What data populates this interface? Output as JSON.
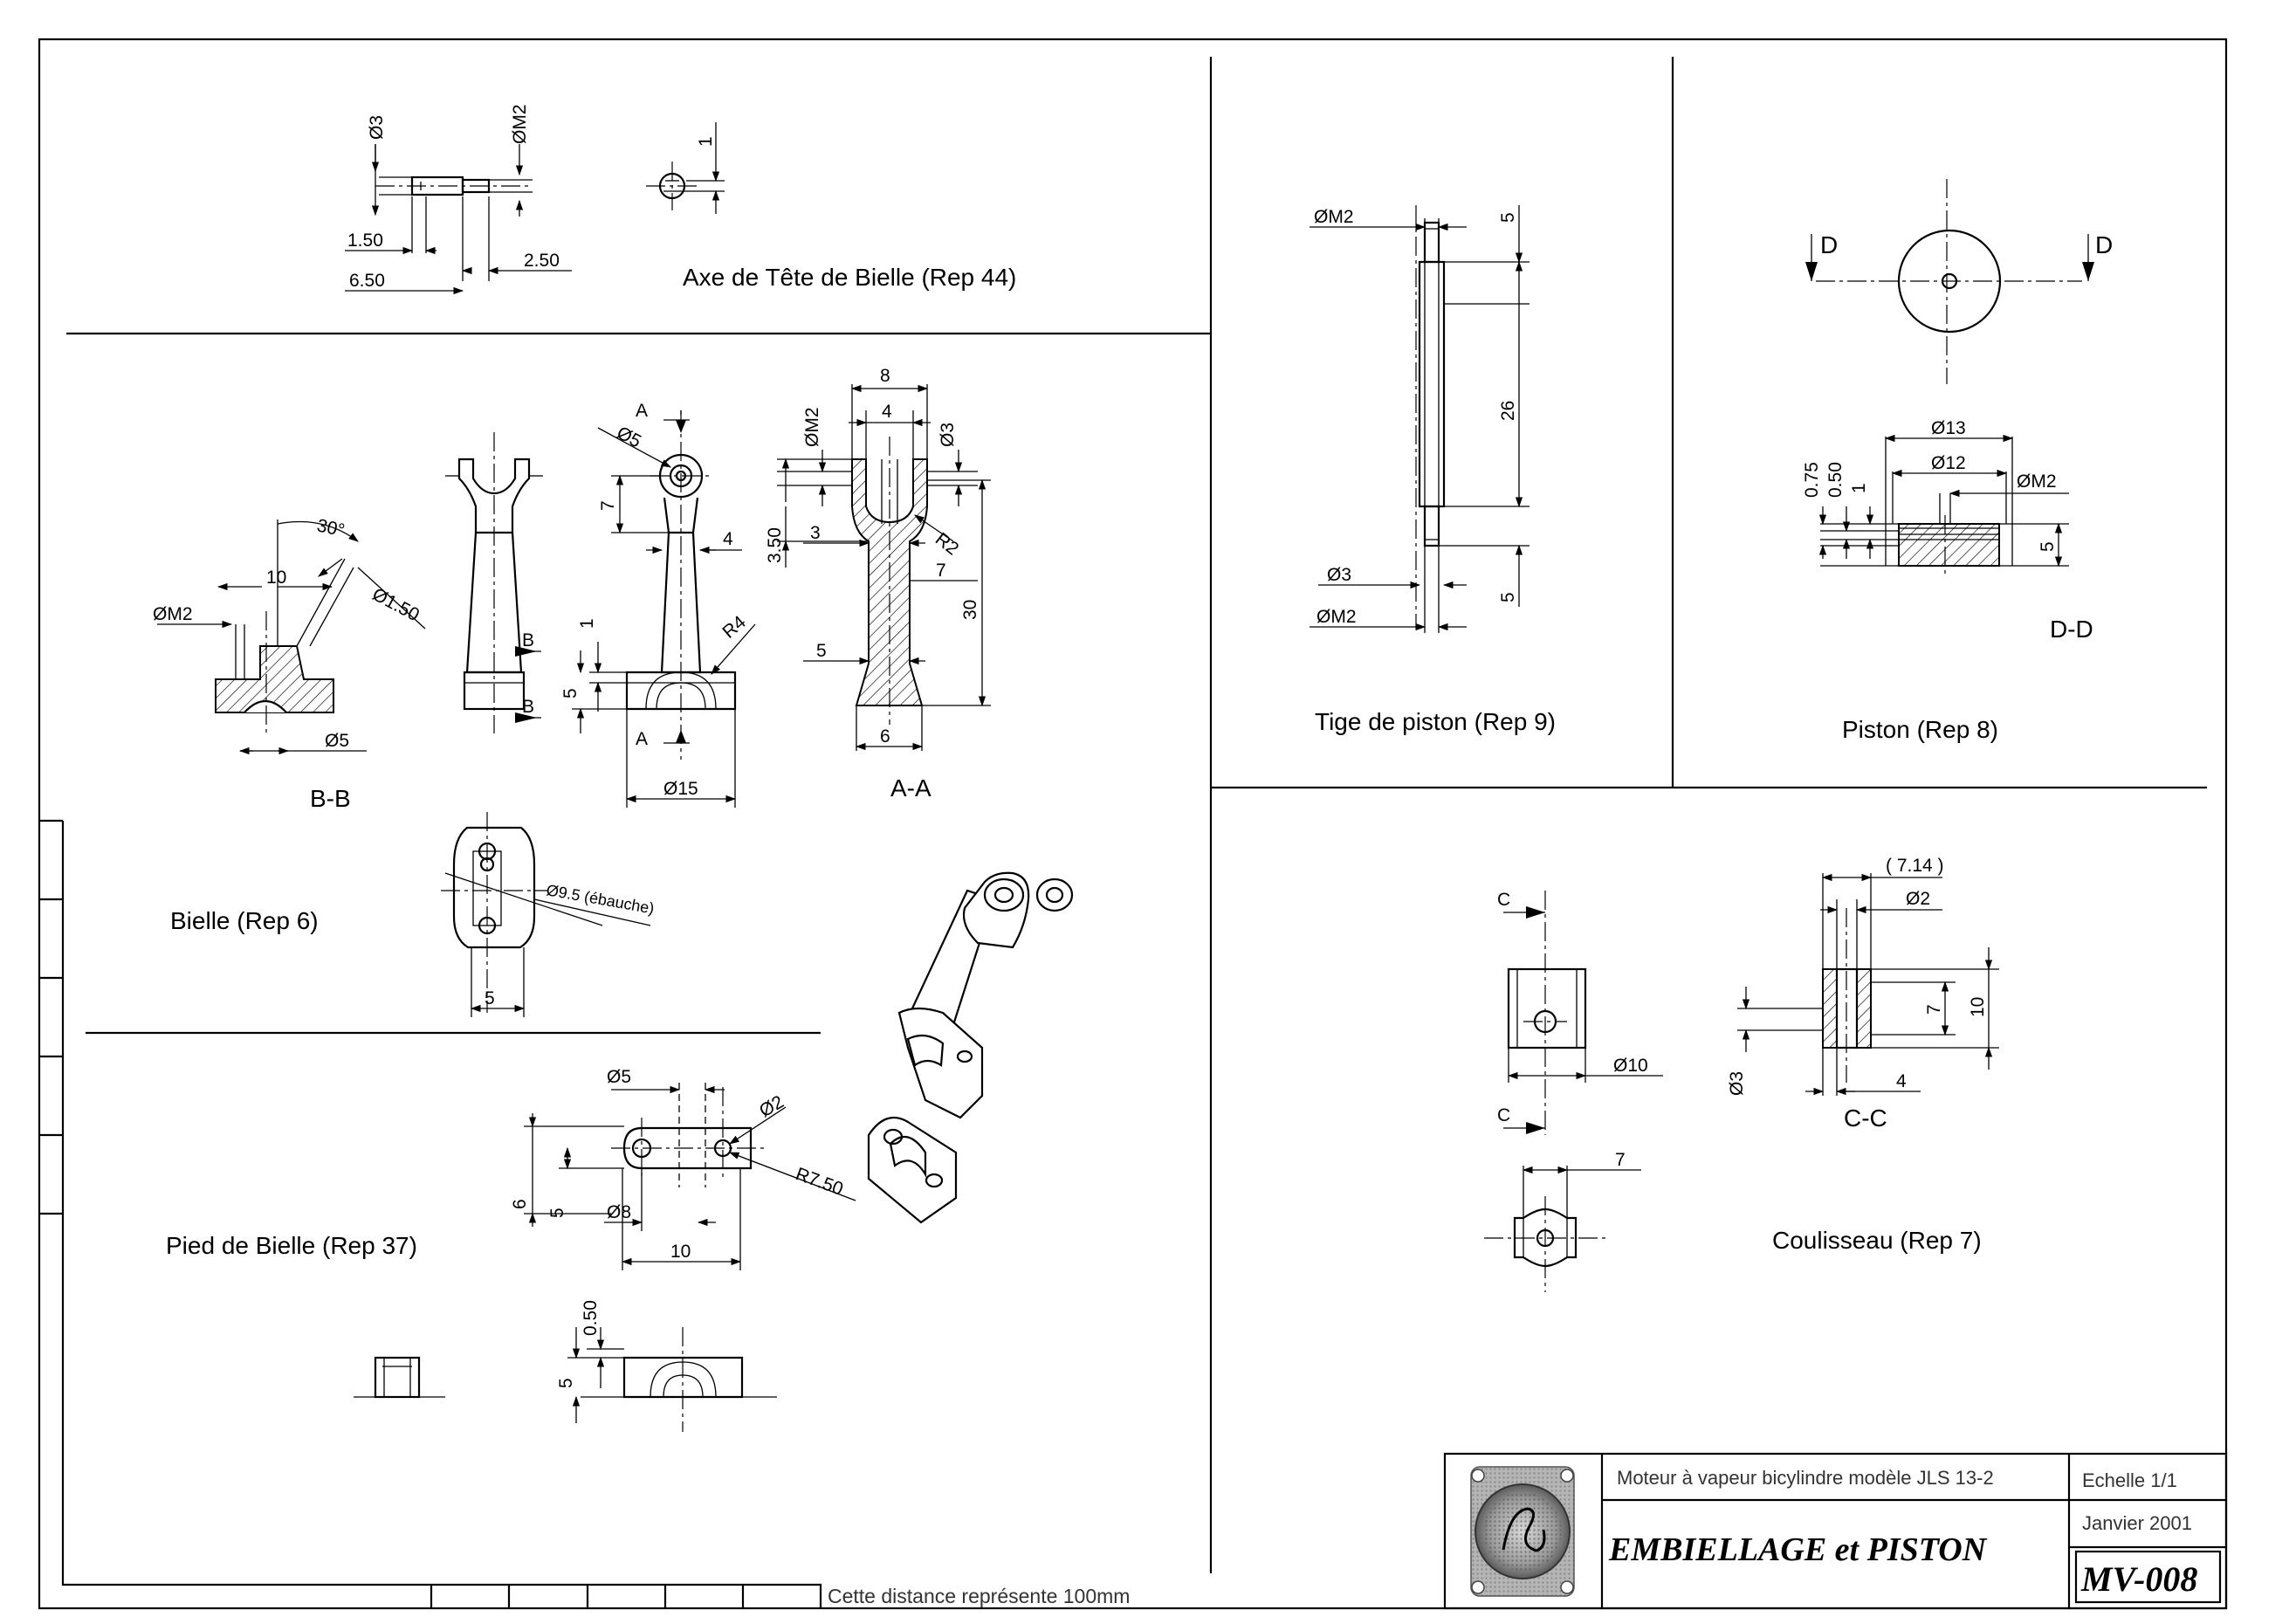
{
  "views": {
    "axe_title": "Axe de Tête de Bielle (Rep 44)",
    "bielle_title": "Bielle (Rep 6)",
    "pied_title": "Pied de Bielle (Rep 37)",
    "tige_title": "Tige de piston (Rep 9)",
    "piston_title": "Piston (Rep 8)",
    "coulisseau_title": "Coulisseau (Rep 7)",
    "section_bb": "B-B",
    "section_aa": "A-A",
    "section_dd": "D-D",
    "section_cc": "C-C"
  },
  "cut_markers": {
    "a": "A",
    "b": "B",
    "c": "C",
    "d": "D"
  },
  "dims": {
    "axe": {
      "d3": "Ø3",
      "dm2": "ØM2",
      "v1": "1",
      "l150": "1.50",
      "l650": "6.50",
      "l250": "2.50"
    },
    "bb": {
      "a30": "30°",
      "l10": "10",
      "d150": "Ø1.50",
      "dm2": "ØM2",
      "d5": "Ø5"
    },
    "front": {
      "d5": "Ø5",
      "v7": "7",
      "l4": "4",
      "r4": "R4",
      "v1": "1",
      "v5": "5",
      "d15": "Ø15"
    },
    "aa": {
      "l8": "8",
      "l4": "4",
      "dm2": "ØM2",
      "d3": "Ø3",
      "v350": "3.50",
      "l3": "3",
      "r2": "R2",
      "l7": "7",
      "v30": "30",
      "l5": "5",
      "l6": "6"
    },
    "top": {
      "d95": "Ø9.5 (ébauche)",
      "l5": "5"
    },
    "pied": {
      "d5": "Ø5",
      "d2": "Ø2",
      "r750": "R7.50",
      "v6": "6",
      "v5": "5",
      "d8": "Ø8",
      "l10": "10",
      "v050": "0.50",
      "v5b": "5"
    },
    "tige": {
      "dm2a": "ØM2",
      "v5a": "5",
      "v26": "26",
      "d3": "Ø3",
      "dm2b": "ØM2",
      "v5b": "5"
    },
    "piston": {
      "d13": "Ø13",
      "d12": "Ø12",
      "dm2": "ØM2",
      "v075": "0.75",
      "v050": "0.50",
      "v1": "1",
      "v5": "5"
    },
    "coul": {
      "d10": "Ø10",
      "l7": "7",
      "l714": "( 7.14 )",
      "d2": "Ø2",
      "v7": "7",
      "v10": "10",
      "d3": "Ø3",
      "l4": "4"
    }
  },
  "footnote": "Cette distance représente 100mm",
  "title_block": {
    "project": "Moteur à vapeur bicylindre modèle JLS 13-2",
    "scale": "Echelle 1/1",
    "title": "EMBIELLAGE et PISTON",
    "date": "Janvier 2001",
    "drawing_id": "MV-008"
  }
}
